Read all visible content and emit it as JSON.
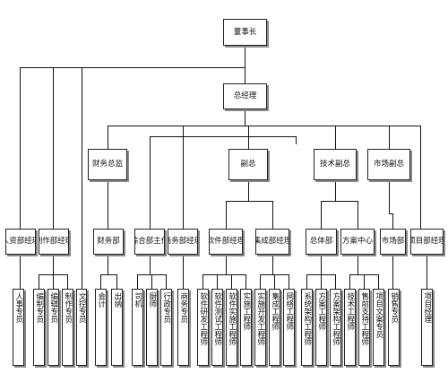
{
  "org": {
    "chairman": "董事长",
    "gm": "总经理",
    "finance_director": "财务总监",
    "deputy_gm": "副总",
    "tech_deputy": "技术副总",
    "market_deputy": "市场副总",
    "hr_manager": "人资部经理",
    "production_manager": "制作部经理",
    "finance_dept": "财务部",
    "admin_head": "综合部主任",
    "business_manager": "商务部经理",
    "software_manager": "软件部经理",
    "integration_manager": "集成部经理",
    "general_office": "总体部",
    "solution_center": "方案中心",
    "market_dept": "市场部",
    "project_manager_l3": "项目部经理",
    "staff": {
      "hr_specialist": "人事专员",
      "production_specialist_1": "编制专员",
      "production_specialist_2": "编辑专员",
      "production_specialist_3": "制作专员",
      "document_specialist": "文控专员",
      "accountant": "会计",
      "cashier": "出纳",
      "driver": "司机",
      "chef": "厨师",
      "admin_specialist": "行政专员",
      "business_specialist": "商务专员",
      "software_dev_engineer": "软件研发工程师",
      "software_test_engineer": "软件测试工程师",
      "software_impl_engineer": "软件实施工程师",
      "impl_engineer": "实施工程师",
      "impl_dev_engineer": "实施开发工程师",
      "integration_engineer": "集成工程师",
      "network_engineer": "网络工程师",
      "system_architect": "系统架构工程师",
      "solution_engineer": "方案工程师",
      "solution_arch_engineer": "方案架构工程师",
      "tech_engineer": "技术工程师",
      "presales_engineer": "售前支持工程师",
      "project_specialist": "项目文案专员",
      "sales_specialist": "销售专员",
      "project_manager": "项目经理"
    }
  }
}
